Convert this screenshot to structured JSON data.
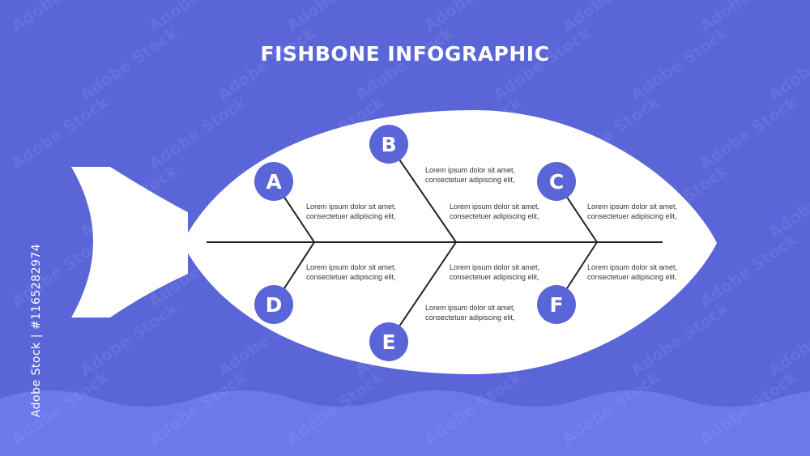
{
  "colors": {
    "background": "#5a66d8",
    "wave": "#6b79ea",
    "fish": "#ffffff",
    "node": "#5a66d8",
    "bone": "#222222",
    "text": "#333333"
  },
  "title": "FISHBONE INFOGRAPHIC",
  "side_id": "Adobe Stock | #1165282974",
  "watermark": "Adobe Stock",
  "nodes": [
    {
      "letter": "A",
      "desc": [
        "Lorem ipsum dolor sit amet,",
        "consectetuer adipiscing elit,"
      ]
    },
    {
      "letter": "B",
      "desc": [
        "Lorem ipsum dolor sit amet,",
        "consectetuer adipiscing elit,"
      ]
    },
    {
      "letter": "C",
      "desc": [
        "Lorem ipsum dolor sit amet,",
        "consectetuer adipiscing elit,"
      ]
    },
    {
      "letter": "D",
      "desc": [
        "Lorem ipsum dolor sit amet,",
        "consectetuer adipiscing elit,"
      ]
    },
    {
      "letter": "E",
      "desc": [
        "Lorem ipsum dolor sit amet,",
        "consectetuer adipiscing elit,"
      ]
    },
    {
      "letter": "F",
      "desc": [
        "Lorem ipsum dolor sit amet,",
        "consectetuer adipiscing elit,"
      ]
    }
  ],
  "mid_labels": [
    {
      "desc": [
        "Lorem ipsum dolor sit amet,",
        "consectetuer adipiscing elit,"
      ]
    },
    {
      "desc": [
        "Lorem ipsum dolor sit amet,",
        "consectetuer adipiscing elit,"
      ]
    }
  ]
}
